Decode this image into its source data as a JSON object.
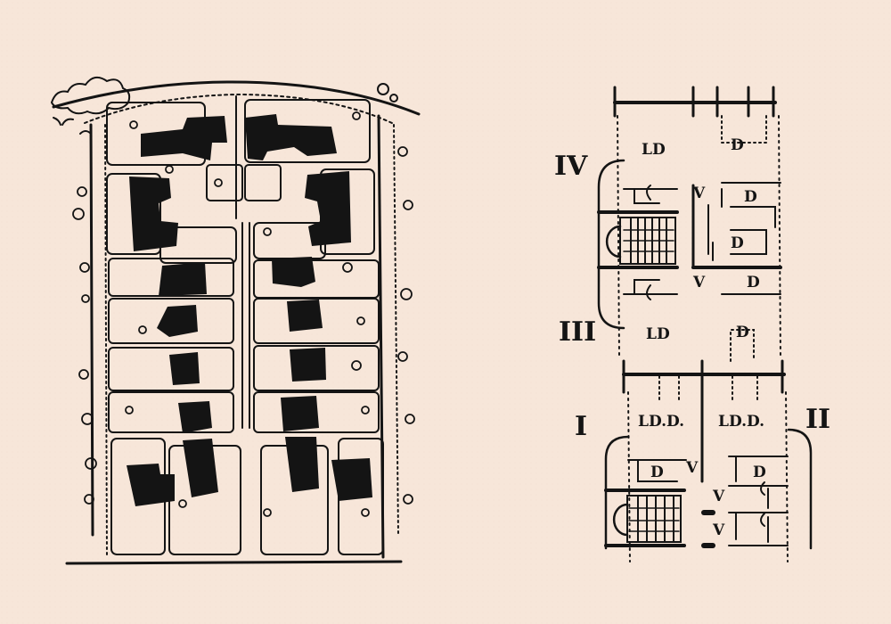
{
  "colors": {
    "paper": "#f7e6d9",
    "ink": "#141414"
  },
  "floor_plan": {
    "stair_labels": [
      "IV",
      "III",
      "I",
      "II"
    ],
    "room_labels": {
      "upper_living": "LD",
      "upper_bed_top": "D",
      "mid_bed_1": "D",
      "mid_bed_2": "D",
      "mid_bed_3": "D",
      "upper_v_1": "V",
      "upper_v_2": "V",
      "middle_living": "LD",
      "middle_bed": "D",
      "lower_left": "LD.D.",
      "lower_right": "LD.D.",
      "lower_v": "V",
      "lower_bed_left": "D",
      "lower_bed_right": "D",
      "lower_v_2": "V",
      "lower_v_3": "V"
    }
  }
}
